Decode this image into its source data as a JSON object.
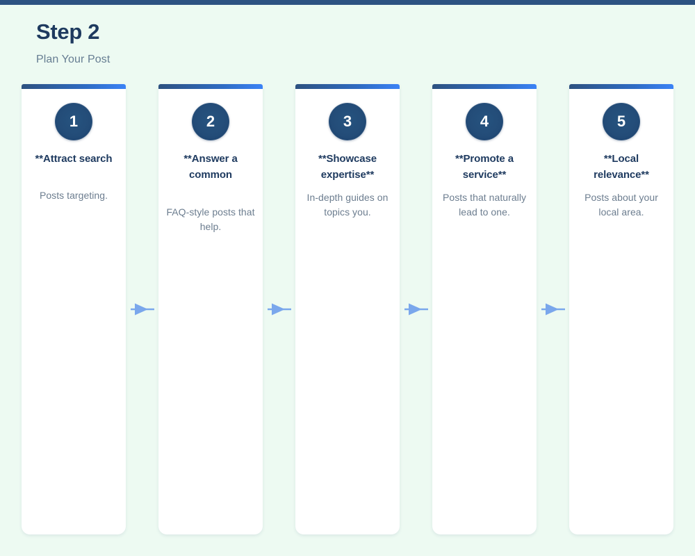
{
  "theme": {
    "background": "#edfaf2",
    "top_strip": "#2d5282",
    "card_background": "#ffffff",
    "title_color": "#1e3a5f",
    "subtitle_color": "#667d92",
    "desc_color": "#6c7d8f",
    "badge_color": "#24527e",
    "gradient_start": "#2d5180",
    "gradient_end": "#3b82f6",
    "arrow_color": "#7aa7ec"
  },
  "header": {
    "title": "Step 2",
    "subtitle": "Plan Your Post"
  },
  "flow": {
    "arrow_icon": "arrow-right-icon",
    "steps": [
      {
        "number": "1",
        "title": "**Attract search",
        "description": "Posts targeting.",
        "spacing": "wide"
      },
      {
        "number": "2",
        "title": "**Answer a common",
        "description": "FAQ-style posts that help.",
        "spacing": "wide"
      },
      {
        "number": "3",
        "title": "**Showcase expertise**",
        "description": "In-depth guides on topics you.",
        "spacing": "narrow"
      },
      {
        "number": "4",
        "title": "**Promote a service**",
        "description": "Posts that naturally lead to one.",
        "spacing": "narrow"
      },
      {
        "number": "5",
        "title": "**Local relevance**",
        "description": "Posts about your local area.",
        "spacing": "narrow"
      }
    ]
  }
}
